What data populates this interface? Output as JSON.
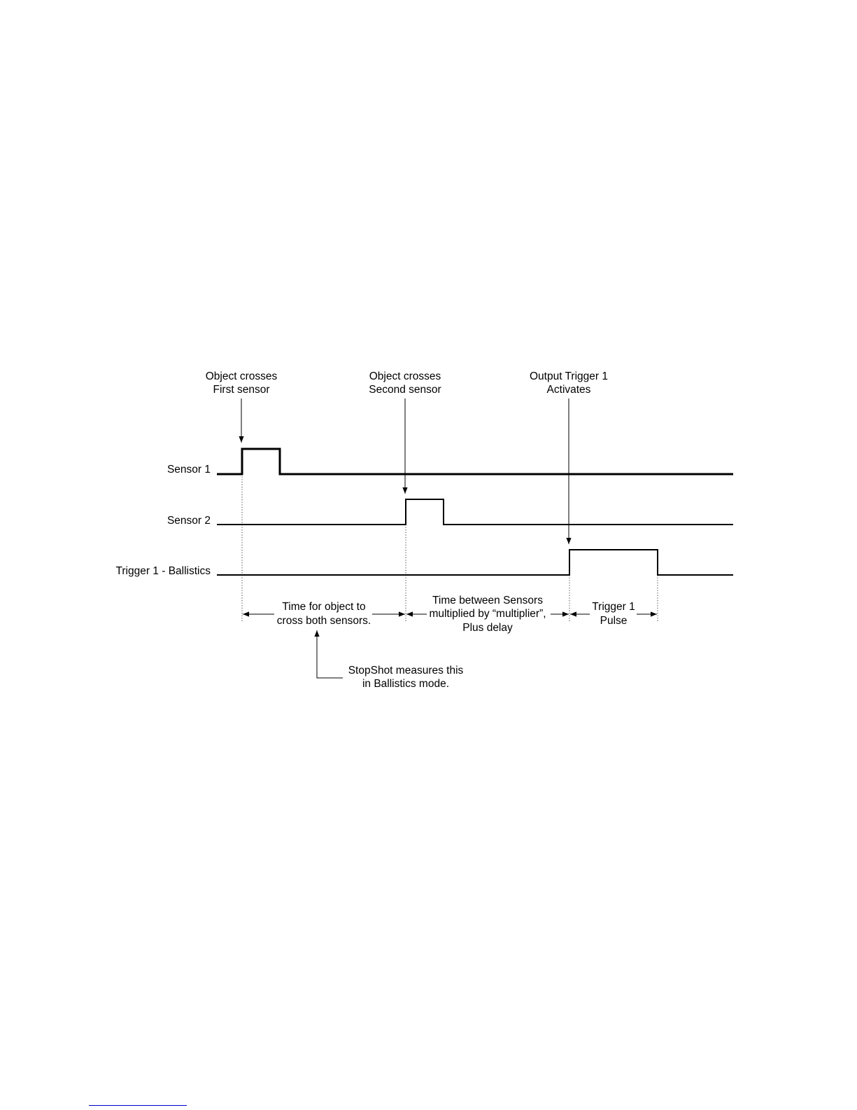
{
  "annotations": {
    "first_sensor": [
      "Object crosses",
      "First sensor"
    ],
    "second_sensor": [
      "Object crosses",
      "Second sensor"
    ],
    "trigger_activates": [
      "Output Trigger 1",
      "Activates"
    ]
  },
  "signals": [
    {
      "label": "Sensor 1"
    },
    {
      "label": "Sensor 2"
    },
    {
      "label": "Trigger 1 - Ballistics"
    }
  ],
  "intervals": {
    "cross_time": [
      "Time for object to",
      "cross both sensors."
    ],
    "between_sensors": [
      "Time between Sensors",
      "multiplied by “multiplier”,",
      "Plus delay"
    ],
    "trigger_pulse": [
      "Trigger 1",
      "Pulse"
    ]
  },
  "note": [
    "StopShot measures this",
    "in Ballistics mode."
  ]
}
